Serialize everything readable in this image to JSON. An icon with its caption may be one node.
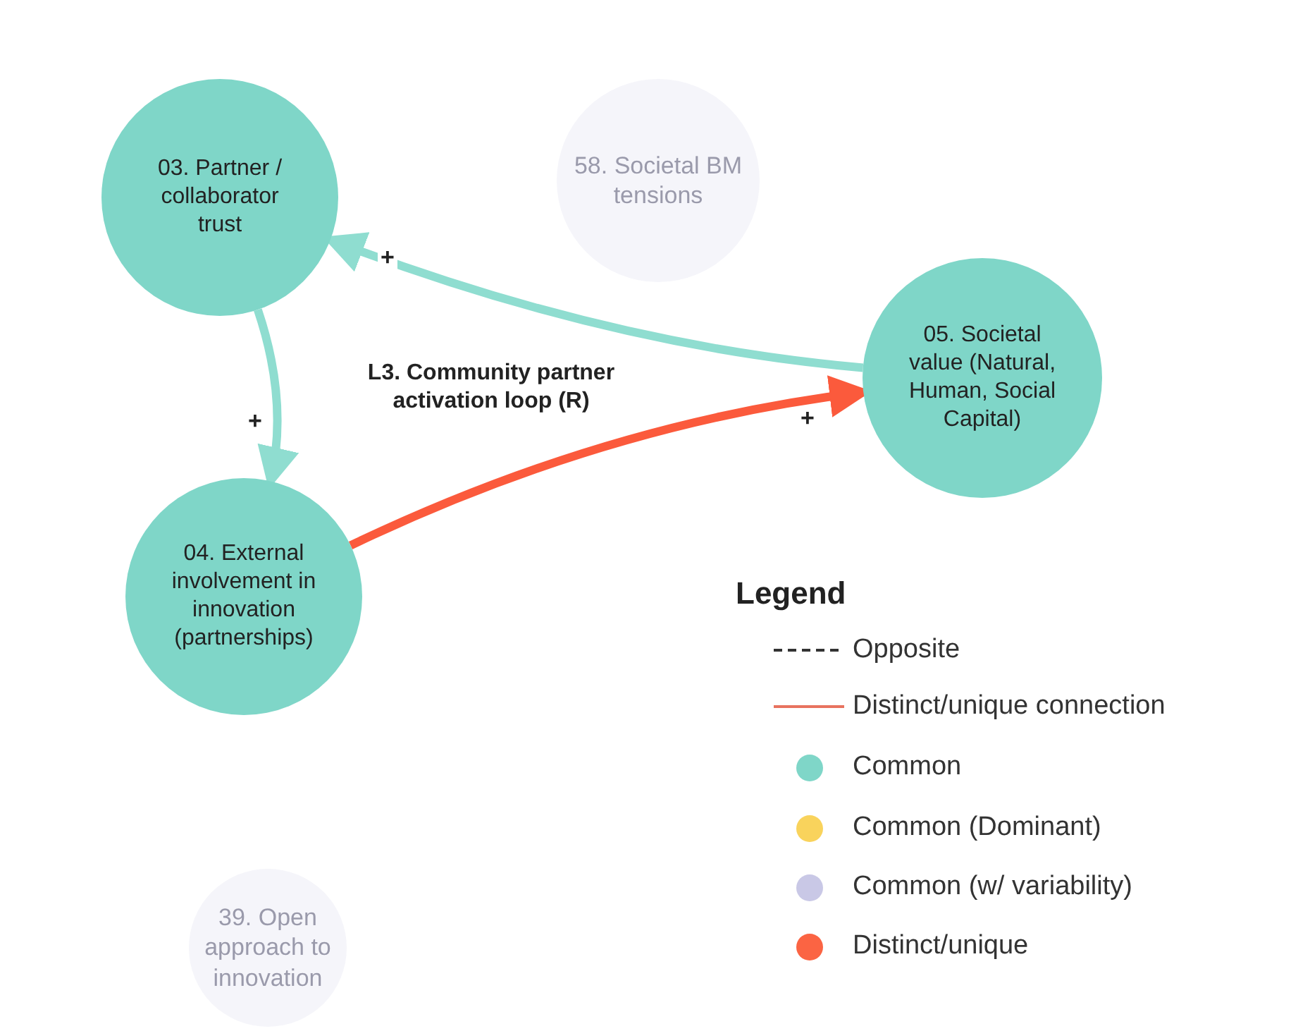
{
  "diagram": {
    "nodes": [
      {
        "text": [
          "03. Partner / collaborator trust"
        ]
      },
      {
        "text": [
          "04. External involvement in innovation (partnerships)"
        ]
      },
      {
        "text": [
          "05. Societal value (Natural, Human, Social Capital)"
        ]
      },
      {
        "text": [
          "58. Societal BM tensions"
        ]
      },
      {
        "text": [
          "39. Open approach to innovation"
        ]
      }
    ],
    "edges": [
      {
        "from": 0,
        "to": 1,
        "arrow": "to",
        "label": "+"
      },
      {
        "from": 2,
        "to": 0,
        "arrow": "to",
        "label": "+"
      },
      {
        "from": 1,
        "to": 2,
        "arrow": "to",
        "label": "+",
        "color": "#fb5a3c"
      }
    ],
    "labels": [
      "L3. Community partner activation loop (R)",
      "Legend"
    ],
    "legend": [
      {
        "text": "Opposite"
      },
      {
        "text": "Distinct/unique connection"
      },
      {
        "text": "Common",
        "color": "#7fd6c8"
      },
      {
        "text": "Common (Dominant)",
        "color": "#f9d35c"
      },
      {
        "text": "Common (w/ variability)",
        "color": "#c9c8e6"
      },
      {
        "text": "Distinct/unique",
        "color": "#fb6443"
      }
    ]
  }
}
